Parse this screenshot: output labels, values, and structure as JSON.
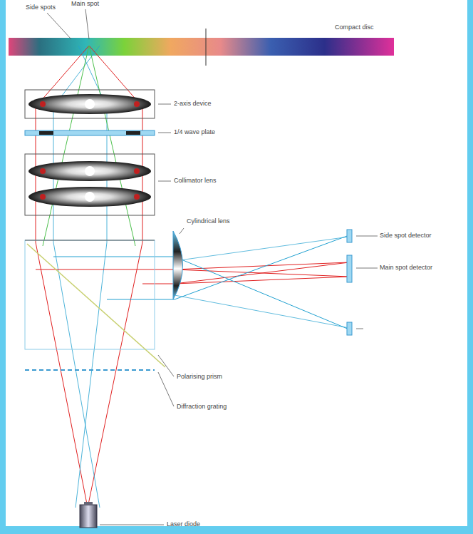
{
  "diagram": {
    "labels": [
      "Side spots",
      "Main spot",
      "Compact disc",
      "2-axis device",
      "1/4 wave plate",
      "Collimator lens",
      "Cylindrical lens",
      "Side spot detector",
      "Main spot detector",
      "Polarising prism",
      "Diffraction grating",
      "Laser diode"
    ]
  }
}
